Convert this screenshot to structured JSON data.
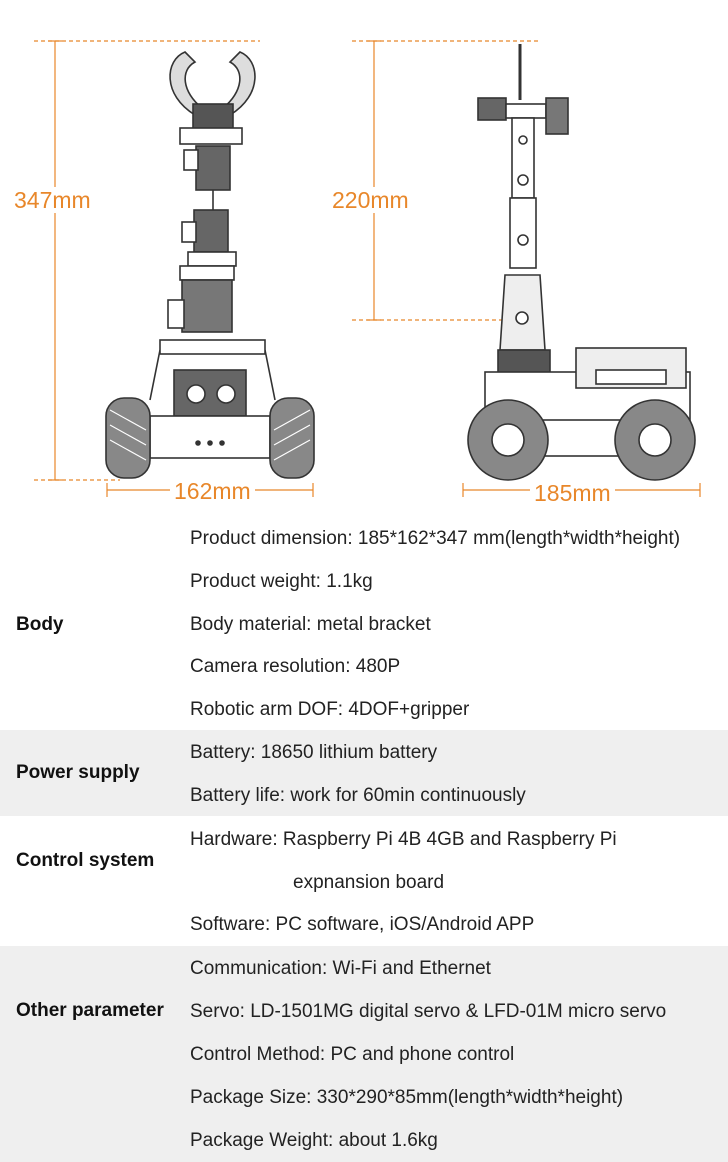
{
  "dimensions": {
    "front_height": "347mm",
    "side_height": "220mm",
    "front_width": "162mm",
    "side_length": "185mm"
  },
  "colors": {
    "dimension": "#e8872a",
    "shade": "#efefef",
    "robot": "#333333"
  },
  "groups": [
    {
      "category": "Body",
      "rows": [
        "Product dimension: 185*162*347 mm(length*width*height)",
        "Product weight: 1.1kg",
        "Body material: metal bracket",
        "Camera resolution: 480P",
        "Robotic arm DOF: 4DOF+gripper"
      ]
    },
    {
      "category": "Power supply",
      "rows": [
        "Battery: 18650 lithium battery",
        "Battery life: work for 60min continuously"
      ]
    },
    {
      "category": "Control system",
      "rows": [
        "Hardware: Raspberry Pi 4B 4GB and Raspberry Pi",
        "expnansion board",
        "Software: PC software, iOS/Android APP"
      ]
    },
    {
      "category": "Other parameter",
      "rows": [
        "Communication: Wi-Fi and Ethernet",
        "Servo: LD-1501MG digital servo & LFD-01M micro servo",
        "Control Method: PC and phone control",
        "Package Size: 330*290*85mm(length*width*height)",
        "Package Weight: about 1.6kg"
      ]
    }
  ]
}
